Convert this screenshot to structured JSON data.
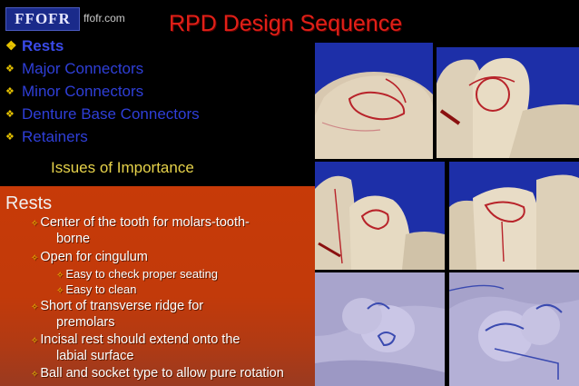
{
  "header": {
    "logo_text": "FFOFR",
    "logo_url": "ffofr.com",
    "title": "RPD Design Sequence"
  },
  "menu": {
    "items": [
      {
        "label": "Rests",
        "active": true
      },
      {
        "label": "Major Connectors",
        "active": false
      },
      {
        "label": "Minor Connectors",
        "active": false
      },
      {
        "label": "Denture Base Connectors",
        "active": false
      },
      {
        "label": "Retainers",
        "active": false
      }
    ]
  },
  "issues_heading": "Issues of Importance",
  "panel": {
    "title": "Rests",
    "lines": [
      "Center of the tooth for molars-tooth-",
      "borne",
      "Open for cingulum",
      "Easy to check proper seating",
      "Easy to clean",
      "Short of transverse ridge for",
      "premolars",
      "Incisal rest should extend onto the",
      "labial surface",
      "Ball and socket type to allow pure rotation"
    ]
  },
  "colors": {
    "title": "#e02018",
    "menu_text": "#2f3fd8",
    "bullet": "#e6c200",
    "issues_text": "#e6d24a",
    "panel_bg": "#c23a0a",
    "photo_bg_blue": "#1d2fa8"
  },
  "icons": {
    "menu_bullet": "diamond-bullet-icon",
    "panel_bullet": "double-diamond-bullet-icon"
  }
}
